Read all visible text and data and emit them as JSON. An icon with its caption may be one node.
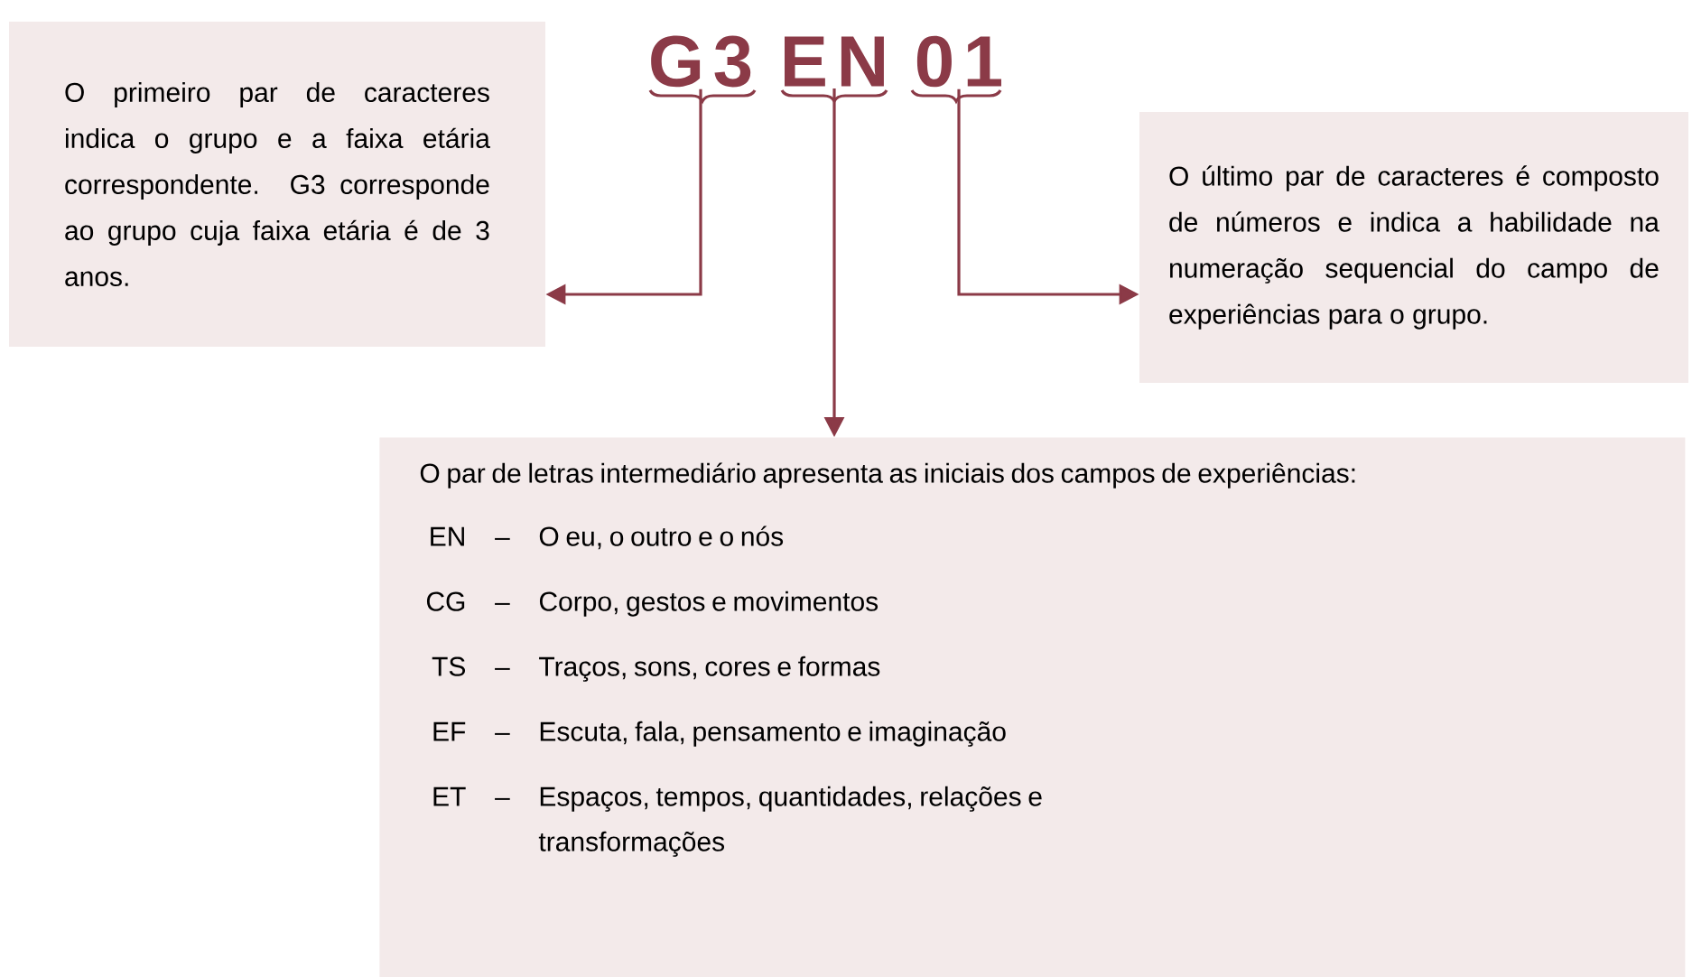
{
  "diagram": {
    "nodes": [
      {
        "text": [
          "O primeiro par de caracteres indica o grupo e a faixa etária correspondente. G3 corresponde ao grupo cuja faixa etária é de 3 anos."
        ]
      },
      {
        "text": [
          "O último par de caracteres é composto de números e indica a habilidade na numeração sequencial do campo de experiências para o grupo."
        ]
      },
      {
        "text": [
          "O par de letras intermediário apresenta as iniciais dos campos de experiências:",
          "EN",
          "–",
          "O eu, o outro e o nós",
          "CG",
          "–",
          "Corpo, gestos e movimentos",
          "TS",
          "–",
          "Traços, sons, cores e formas",
          "EF",
          "–",
          "Escuta, fala, pensamento e imaginação",
          "ET",
          "–",
          "Espaços, tempos, quantidades, relações e transformações"
        ]
      },
      {
        "text": [
          "G3"
        ]
      },
      {
        "text": [
          "EN"
        ]
      },
      {
        "text": [
          "01"
        ]
      }
    ],
    "edges": [
      {
        "from": 3,
        "to": 0,
        "arrow": "to"
      },
      {
        "from": 4,
        "to": 2,
        "arrow": "to"
      },
      {
        "from": 5,
        "to": 1,
        "arrow": "to"
      }
    ]
  }
}
